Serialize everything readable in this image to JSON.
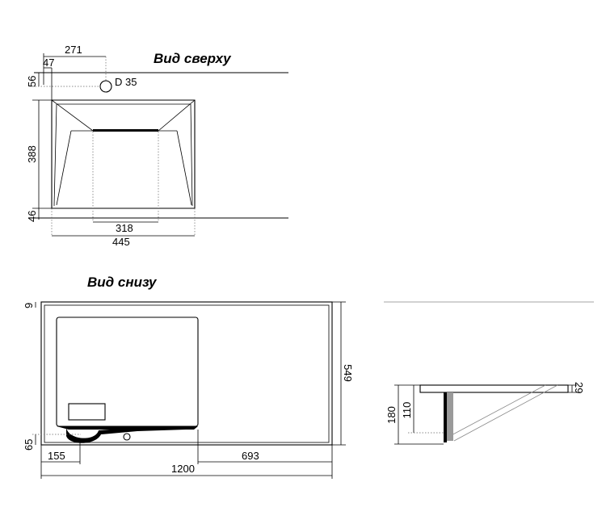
{
  "top_view": {
    "title": "Вид сверху",
    "drain_label": "D 35",
    "dims": {
      "drain_offset_x": "271",
      "edge_offset": "47",
      "drain_offset_y": "56",
      "basin_depth": "388",
      "front_margin": "46",
      "bowl_width": "318",
      "basin_width": "445"
    }
  },
  "bottom_view": {
    "title": "Вид снизу",
    "dims": {
      "rim": "9",
      "depth": "549",
      "bottom_offset": "65",
      "left_offset": "155",
      "right_offset": "693",
      "total_width": "1200"
    }
  },
  "side_view": {
    "dims": {
      "thickness": "29",
      "bowl_height": "110",
      "total_height": "180"
    }
  }
}
